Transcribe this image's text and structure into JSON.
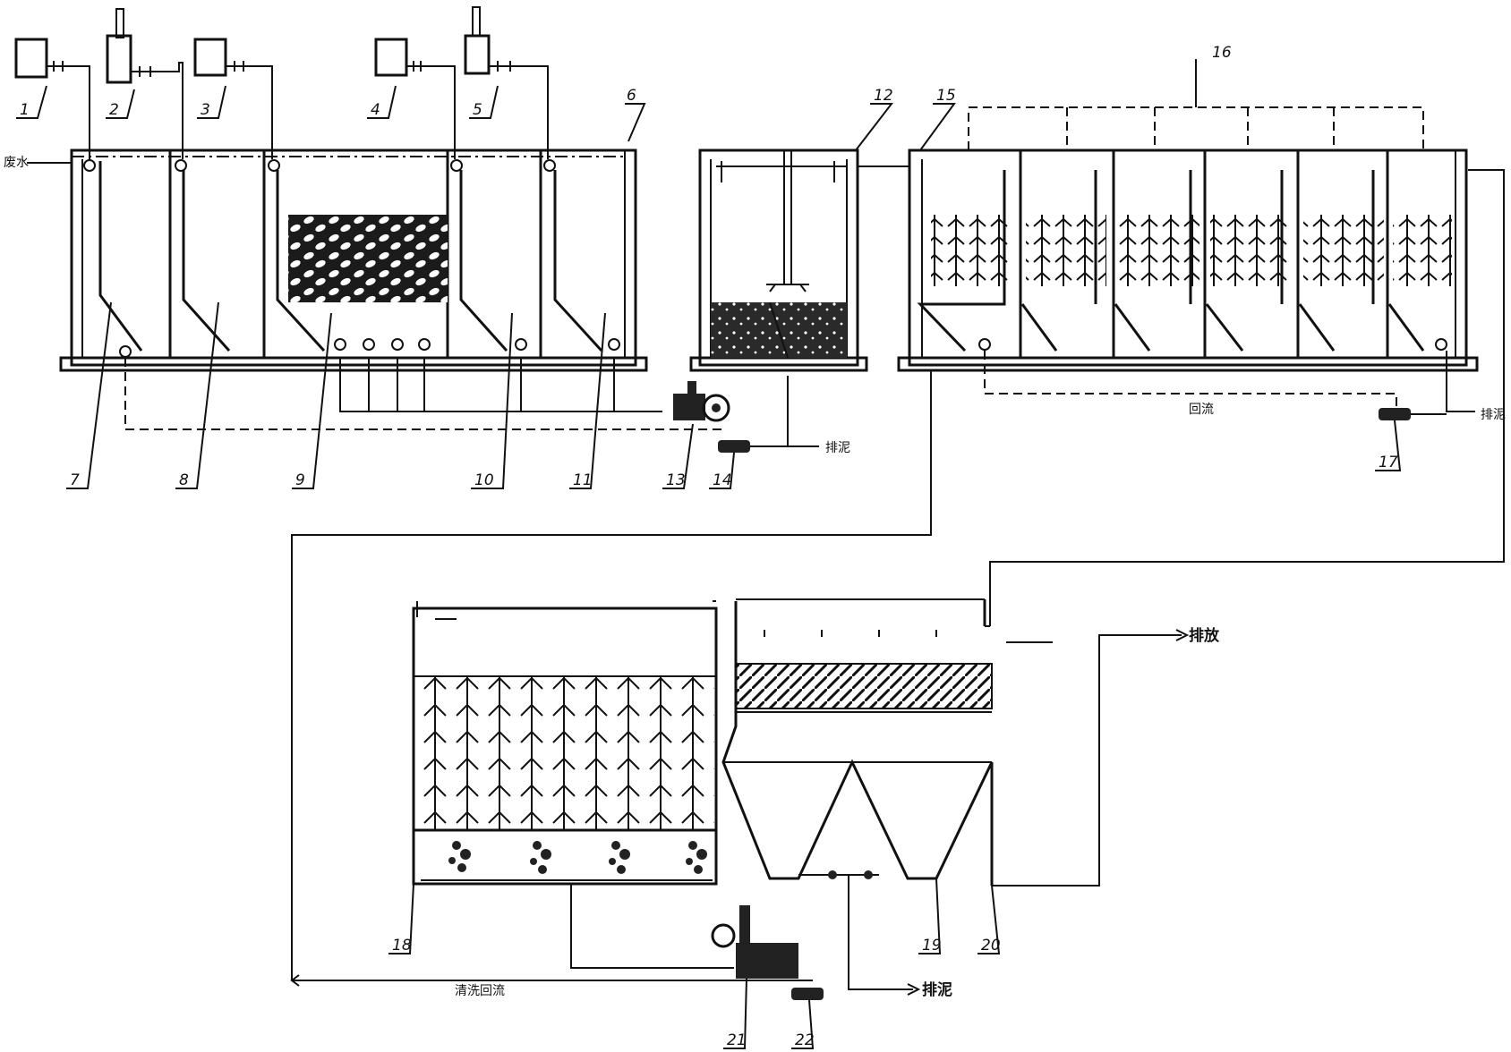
{
  "labels": {
    "n1": "1",
    "n2": "2",
    "n3": "3",
    "n4": "4",
    "n5": "5",
    "n6": "6",
    "n7": "7",
    "n8": "8",
    "n9": "9",
    "n10": "10",
    "n11": "11",
    "n12": "12",
    "n13": "13",
    "n14": "14",
    "n15": "15",
    "n16": "16",
    "n17": "17",
    "n18": "18",
    "n19": "19",
    "n20": "20",
    "n21": "21",
    "n22": "22"
  },
  "text": {
    "inlet": "废水",
    "discharge": "排放",
    "sludge_discharge": "排泥",
    "reflux": "回流",
    "sludge_top_mid": "排泥",
    "sludge_top_right": "排泥",
    "backwash": "清洗回流"
  }
}
